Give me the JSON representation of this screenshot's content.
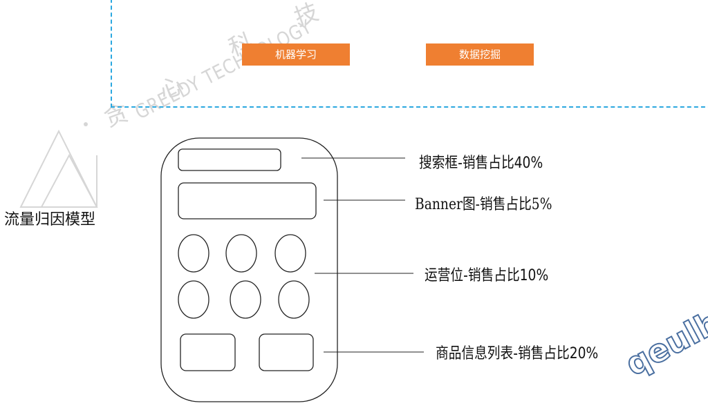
{
  "header": {
    "tag1": "机器学习",
    "tag2": "数据挖掘"
  },
  "watermark": {
    "cn_chars": [
      "贪",
      "心",
      "科",
      "技"
    ],
    "en": "GREEDY TECHNOLOGY",
    "corner_text": "qeulh"
  },
  "side_label": "流量归因模型",
  "labels": {
    "search": "搜索框-销售占比40%",
    "banner": "Banner图-销售占比5%",
    "ops": "运营位-销售占比10%",
    "goods": "商品信息列表-销售占比20%"
  },
  "colors": {
    "dash_border": "#2aa7df",
    "tag_bg": "#ef7f31",
    "tag_text": "#ffffff",
    "watermark": "#d6d6d6"
  }
}
